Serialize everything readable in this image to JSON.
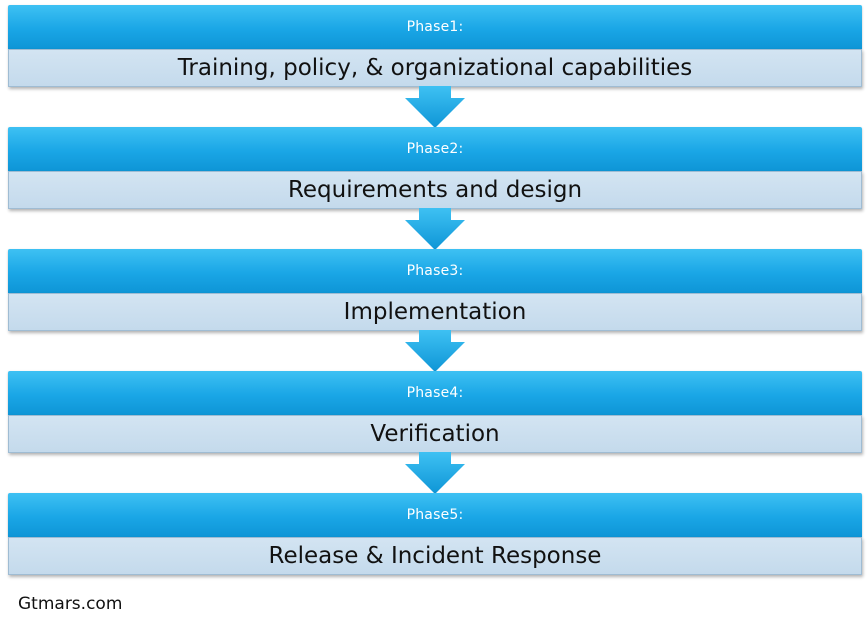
{
  "phases": [
    {
      "label": "Phase1:",
      "title": "Training, policy, & organizational capabilities"
    },
    {
      "label": "Phase2:",
      "title": "Requirements and design"
    },
    {
      "label": "Phase3:",
      "title": "Implementation"
    },
    {
      "label": "Phase4:",
      "title": "Verification"
    },
    {
      "label": "Phase5:",
      "title": "Release & Incident Response"
    }
  ],
  "footer": {
    "text": "Gtmars.com"
  },
  "colors": {
    "header_blue": "#1aa6e6",
    "body_light_blue": "#c4daec",
    "arrow_blue": "#1aa6e6"
  },
  "icons": {
    "connector": "down-arrow-icon"
  }
}
